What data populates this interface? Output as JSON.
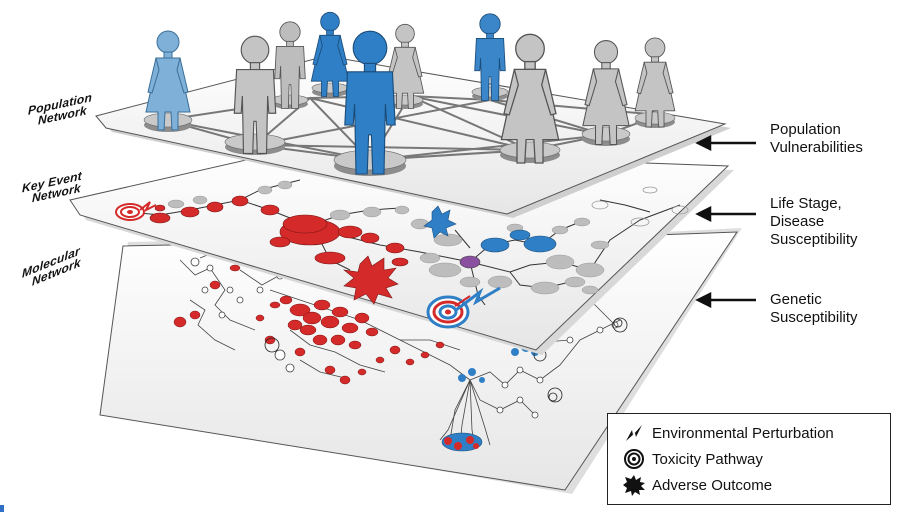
{
  "layer_labels": {
    "population": [
      "Population",
      "Network"
    ],
    "key_event": [
      "Key Event",
      "Network"
    ],
    "molecular": [
      "Molecular",
      "Network"
    ]
  },
  "side_labels": {
    "population": [
      "Population",
      "Vulnerabilities"
    ],
    "life_stage": [
      "Life Stage,",
      "Disease",
      "Susceptibility"
    ],
    "genetic": [
      "Genetic",
      "Susceptibility"
    ]
  },
  "legend": {
    "items": [
      {
        "label": "Environmental Perturbation",
        "icon": "lightning-icon"
      },
      {
        "label": "Toxicity Pathway",
        "icon": "target-icon"
      },
      {
        "label": "Adverse Outcome",
        "icon": "starburst-icon"
      }
    ]
  },
  "colors": {
    "red": "#d42a2a",
    "blue": "#2f7fc6",
    "gray": "#bdbdbd",
    "blue_person": "#3a86c8",
    "light_blue_person": "#7fb0d8"
  }
}
